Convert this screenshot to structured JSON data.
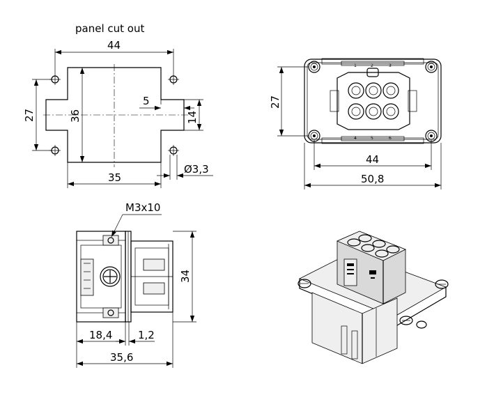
{
  "panel_cutout": {
    "title": "panel cut out",
    "dim_width": "44",
    "dim_height_left": "27",
    "dim_inner_height": "36",
    "dim_slot_depth": "5",
    "dim_slot_height": "14",
    "dim_bottom_width": "35",
    "dim_hole_diameter": "Ø3,3"
  },
  "front_view": {
    "dim_height": "27",
    "dim_inner_width": "44",
    "dim_outer_width": "50,8",
    "pin_numbers_top": [
      "1",
      "2",
      "3"
    ],
    "pin_numbers_bottom": [
      "4",
      "5",
      "6"
    ]
  },
  "side_view": {
    "screw_label": "M3x10",
    "dim_height": "34",
    "dim_depth_a": "18,4",
    "dim_depth_b": "1,2",
    "dim_total": "35,6"
  },
  "iso_view": {}
}
